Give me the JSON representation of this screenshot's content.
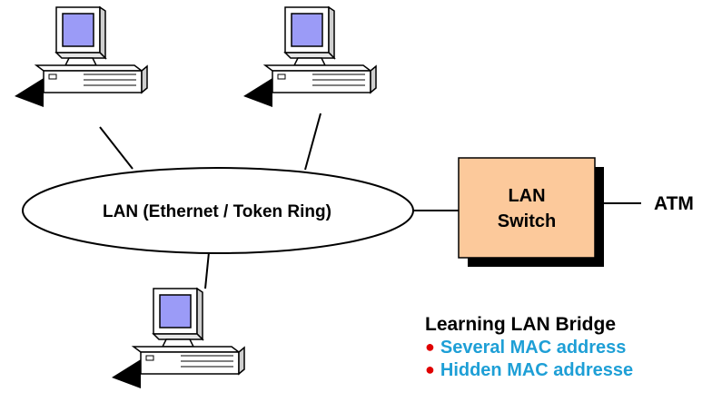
{
  "lan": {
    "label": "LAN (Ethernet / Token Ring)"
  },
  "switch": {
    "line1": "LAN",
    "line2": "Switch",
    "fill": "#fcc99b",
    "shadow": "#000000"
  },
  "uplink": {
    "label": "ATM"
  },
  "legend": {
    "heading": "Learning LAN Bridge",
    "bullets": [
      "Several MAC address",
      "Hidden MAC addresse"
    ],
    "bullet_color": "#e00000",
    "text_color": "#1e9fd6"
  },
  "computers": [
    {
      "name": "computer-top-left"
    },
    {
      "name": "computer-top-right"
    },
    {
      "name": "computer-bottom"
    }
  ],
  "colors": {
    "screen": "#9b9bf7",
    "monitor": "#ffffff",
    "outline": "#000000"
  }
}
